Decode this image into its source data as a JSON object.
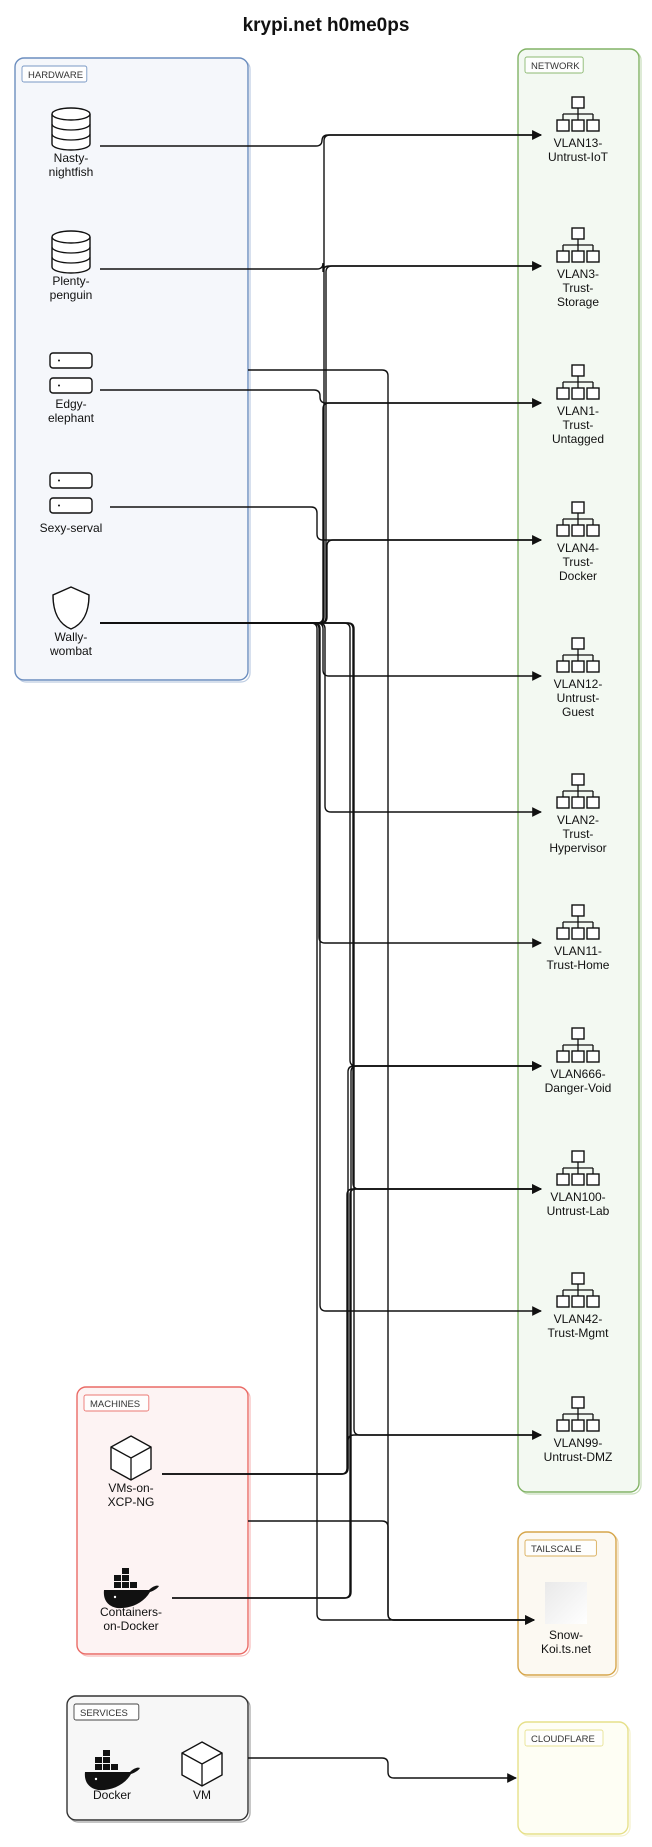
{
  "title": "krypi.net h0me0ps",
  "groups": {
    "hardware": {
      "label": "HARDWARE",
      "color": "#6c8ebf",
      "fill": "#f5f7fb"
    },
    "network": {
      "label": "NETWORK",
      "color": "#82b366",
      "fill": "#f3f9f2"
    },
    "machines": {
      "label": "MACHINES",
      "color": "#ea6b66",
      "fill": "#fdf3f3"
    },
    "services": {
      "label": "SERVICES",
      "color": "#333333",
      "fill": "#f7f7f7"
    },
    "tailscale": {
      "label": "TAILSCALE",
      "color": "#d6a64b",
      "fill": "#fcf9f2"
    },
    "cloudflare": {
      "label": "CLOUDFLARE",
      "color": "#e6e08a",
      "fill": "#fefef4"
    }
  },
  "hardware_nodes": [
    {
      "id": "nasty",
      "icon": "database-icon",
      "lines": [
        "Nasty-",
        "nightfish"
      ]
    },
    {
      "id": "plenty",
      "icon": "database-icon",
      "lines": [
        "Plenty-",
        "penguin"
      ]
    },
    {
      "id": "edgy",
      "icon": "server-icon",
      "lines": [
        "Edgy-",
        "elephant"
      ]
    },
    {
      "id": "sexy",
      "icon": "server-icon",
      "lines": [
        "Sexy-serval"
      ]
    },
    {
      "id": "wally",
      "icon": "shield-icon",
      "lines": [
        "Wally-",
        "wombat"
      ]
    }
  ],
  "network_nodes": [
    {
      "id": "vlan13",
      "icon": "network-icon",
      "lines": [
        "VLAN13-",
        "Untrust-IoT"
      ]
    },
    {
      "id": "vlan3",
      "icon": "network-icon",
      "lines": [
        "VLAN3-",
        "Trust-",
        "Storage"
      ]
    },
    {
      "id": "vlan1",
      "icon": "network-icon",
      "lines": [
        "VLAN1-",
        "Trust-",
        "Untagged"
      ]
    },
    {
      "id": "vlan4",
      "icon": "network-icon",
      "lines": [
        "VLAN4-",
        "Trust-",
        "Docker"
      ]
    },
    {
      "id": "vlan12",
      "icon": "network-icon",
      "lines": [
        "VLAN12-",
        "Untrust-",
        "Guest"
      ]
    },
    {
      "id": "vlan2",
      "icon": "network-icon",
      "lines": [
        "VLAN2-",
        "Trust-",
        "Hypervisor"
      ]
    },
    {
      "id": "vlan11",
      "icon": "network-icon",
      "lines": [
        "VLAN11-",
        "Trust-Home"
      ]
    },
    {
      "id": "vlan666",
      "icon": "network-icon",
      "lines": [
        "VLAN666-",
        "Danger-Void"
      ]
    },
    {
      "id": "vlan100",
      "icon": "network-icon",
      "lines": [
        "VLAN100-",
        "Untrust-Lab"
      ]
    },
    {
      "id": "vlan42",
      "icon": "network-icon",
      "lines": [
        "VLAN42-",
        "Trust-Mgmt"
      ]
    },
    {
      "id": "vlan99",
      "icon": "network-icon",
      "lines": [
        "VLAN99-",
        "Untrust-DMZ"
      ]
    }
  ],
  "machine_nodes": [
    {
      "id": "vms",
      "icon": "cube-icon",
      "lines": [
        "VMs-on-",
        "XCP-NG"
      ]
    },
    {
      "id": "containers",
      "icon": "docker-icon",
      "lines": [
        "Containers-",
        "on-Docker"
      ]
    }
  ],
  "service_nodes": [
    {
      "id": "docker",
      "icon": "docker-icon",
      "lines": [
        "Docker"
      ]
    },
    {
      "id": "vm",
      "icon": "cube-icon",
      "lines": [
        "VM"
      ]
    }
  ],
  "tailscale_nodes": [
    {
      "id": "snowkoi",
      "icon": "device-icon",
      "lines": [
        "Snow-",
        "Koi.ts.net"
      ]
    }
  ],
  "connections": [
    {
      "from": "nasty",
      "to": "vlan13"
    },
    {
      "from": "plenty",
      "to": "vlan3"
    },
    {
      "from": "edgy",
      "to": "vlan1"
    },
    {
      "from": "sexy",
      "to": "vlan4"
    },
    {
      "from": "wally",
      "to": "vlan13"
    },
    {
      "from": "wally",
      "to": "vlan3"
    },
    {
      "from": "wally",
      "to": "vlan1"
    },
    {
      "from": "wally",
      "to": "vlan4"
    },
    {
      "from": "wally",
      "to": "vlan12"
    },
    {
      "from": "wally",
      "to": "vlan2"
    },
    {
      "from": "wally",
      "to": "vlan11"
    },
    {
      "from": "wally",
      "to": "vlan666"
    },
    {
      "from": "wally",
      "to": "vlan100"
    },
    {
      "from": "wally",
      "to": "vlan42"
    },
    {
      "from": "wally",
      "to": "vlan99"
    },
    {
      "from": "wally",
      "to": "snowkoi"
    },
    {
      "from": "vms",
      "to": "vlan666"
    },
    {
      "from": "vms",
      "to": "vlan100"
    },
    {
      "from": "vms",
      "to": "vlan99"
    },
    {
      "from": "containers",
      "to": "vlan666"
    },
    {
      "from": "containers",
      "to": "vlan100"
    },
    {
      "from": "hardware",
      "to": "snowkoi"
    },
    {
      "from": "machines",
      "to": "snowkoi"
    },
    {
      "from": "services",
      "to": "cloudflare"
    }
  ]
}
